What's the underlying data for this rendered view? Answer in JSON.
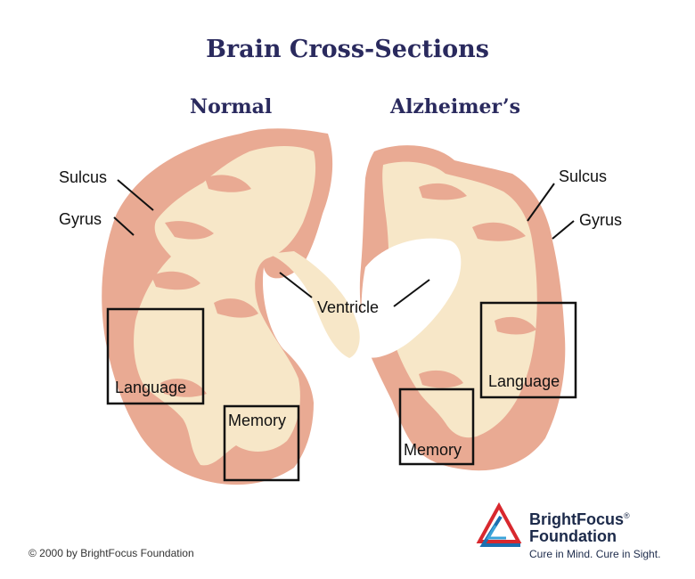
{
  "title": "Brain Cross-Sections",
  "subtitles": {
    "normal": "Normal",
    "alzheimers": "Alzheimer’s"
  },
  "labels": {
    "sulcus_left": "Sulcus",
    "gyrus_left": "Gyrus",
    "sulcus_right": "Sulcus",
    "gyrus_right": "Gyrus",
    "ventricle": "Ventricle",
    "language_left": "Language",
    "memory_left": "Memory",
    "language_right": "Language",
    "memory_right": "Memory"
  },
  "copyright": "© 2000 by BrightFocus Foundation",
  "logo": {
    "name_line1": "BrightFocus",
    "registered": "®",
    "name_line2": "Foundation",
    "tagline": "Cure in Mind. Cure in Sight."
  },
  "colors": {
    "title": "#2a2a5e",
    "cortex": "#e9aa93",
    "white_matter": "#f7e7c8",
    "logo_red": "#d8282e",
    "logo_blue": "#1b6fb0"
  }
}
